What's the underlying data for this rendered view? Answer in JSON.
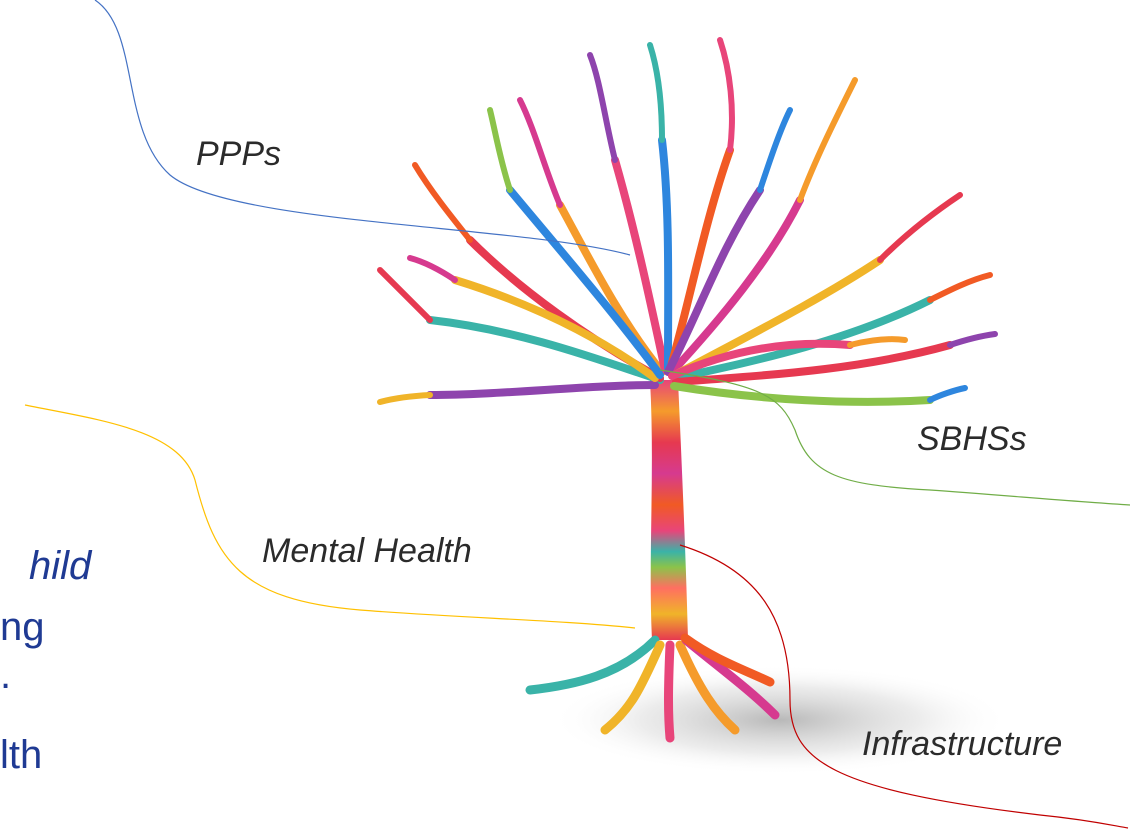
{
  "labels": {
    "ppps": "PPPs",
    "sbhss": "SBHSs",
    "mental_health": "Mental Health",
    "infrastructure": "Infrastructure"
  },
  "left_text": {
    "line1": "hild",
    "line2": "ng",
    "line3": ".",
    "line4": "lth"
  },
  "colors": {
    "ppps_line": "#4472c4",
    "sbhss_line": "#70ad47",
    "mental_health_line": "#ffc000",
    "infrastructure_line": "#c00000",
    "left_text": "#1f3a93",
    "label_text": "#2b2b2b"
  },
  "image": {
    "subject": "colorful-yarn-tree"
  }
}
